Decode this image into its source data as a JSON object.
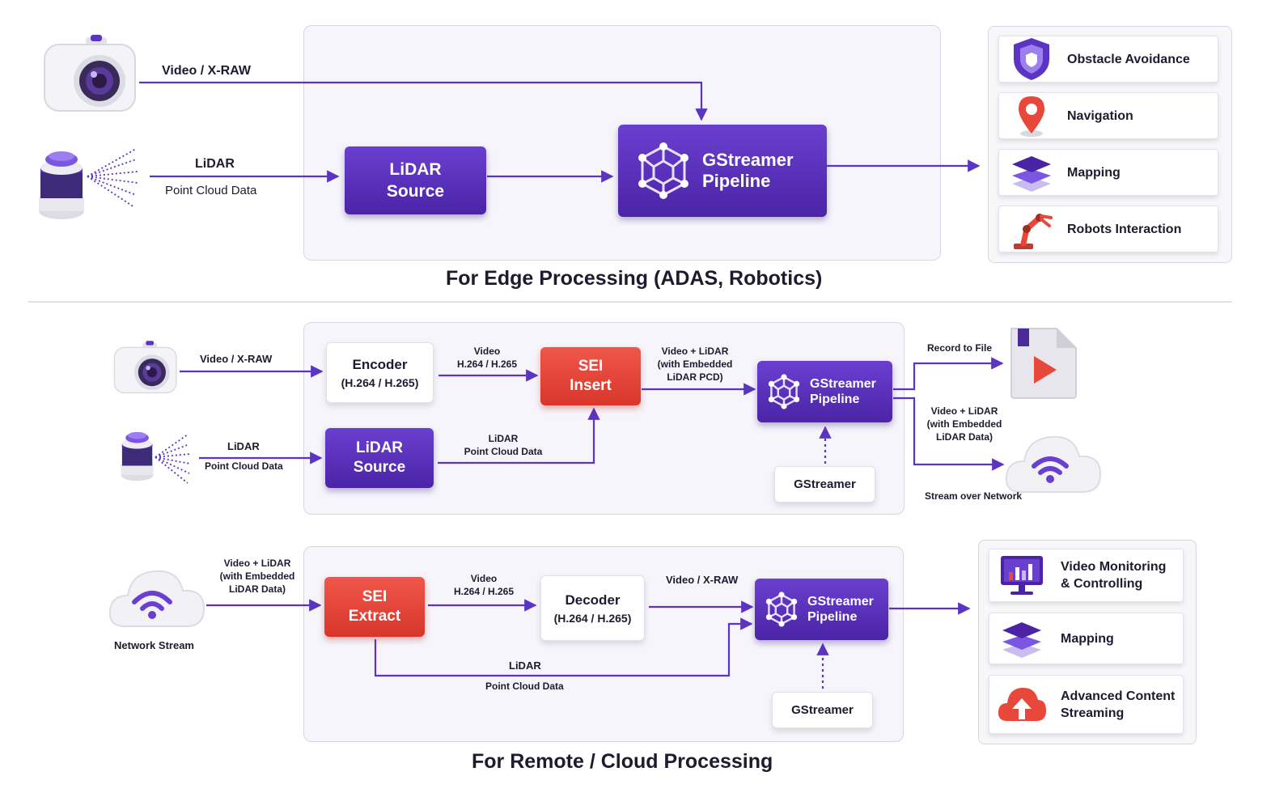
{
  "edge": {
    "title": "For Edge Processing (ADAS, Robotics)",
    "video_label": "Video / X-RAW",
    "lidar_label": "LiDAR",
    "pcd_label": "Point Cloud Data",
    "lidar_source": [
      "LiDAR",
      "Source"
    ],
    "pipeline": [
      "GStreamer",
      "Pipeline"
    ],
    "outputs": [
      {
        "label": "Obstacle Avoidance",
        "icon": "shield-icon"
      },
      {
        "label": "Navigation",
        "icon": "map-pin-icon"
      },
      {
        "label": "Mapping",
        "icon": "layers-icon"
      },
      {
        "label": "Robots Interaction",
        "icon": "robot-arm-icon"
      }
    ]
  },
  "remote": {
    "title": "For Remote / Cloud Processing",
    "send": {
      "video_label": "Video / X-RAW",
      "lidar_label": "LiDAR",
      "pcd_label": "Point Cloud Data",
      "encoder": [
        "Encoder",
        "(H.264 / H.265)"
      ],
      "enc_video_label": [
        "Video",
        "H.264 / H.265"
      ],
      "sei_insert": [
        "SEI",
        "Insert"
      ],
      "lidar_source": [
        "LiDAR",
        "Source"
      ],
      "src_lidar_label": [
        "LiDAR",
        "Point Cloud Data"
      ],
      "embedded_label": [
        "Video + LiDAR",
        "(with Embedded",
        "LiDAR PCD)"
      ],
      "pipeline": [
        "GStreamer",
        "Pipeline"
      ],
      "gstreamer": "GStreamer",
      "record_label": "Record to File",
      "net_embedded_label": [
        "Video + LiDAR",
        "(with Embedded",
        "LiDAR Data)"
      ],
      "stream_label": "Stream over Network"
    },
    "receive": {
      "in_label": [
        "Video + LiDAR",
        "(with Embedded",
        "LiDAR Data)"
      ],
      "network_stream": "Network Stream",
      "sei_extract": [
        "SEI",
        "Extract"
      ],
      "video_label": [
        "Video",
        "H.264 / H.265"
      ],
      "decoder": [
        "Decoder",
        "(H.264 / H.265)"
      ],
      "raw_label": "Video / X-RAW",
      "lidar_label": "LiDAR",
      "pcd_label": "Point Cloud Data",
      "pipeline": [
        "GStreamer",
        "Pipeline"
      ],
      "gstreamer": "GStreamer",
      "outputs": [
        {
          "label": [
            "Video Monitoring",
            "& Controlling"
          ],
          "icon": "monitor-chart-icon"
        },
        {
          "label": [
            "Mapping"
          ],
          "icon": "layers-icon"
        },
        {
          "label": [
            "Advanced Content",
            "Streaming"
          ],
          "icon": "cloud-upload-icon"
        }
      ]
    }
  },
  "colors": {
    "accent": "#5530b8",
    "arrow": "#5b34c4",
    "sei": "#e5473a",
    "panel": "#f6f5fb"
  }
}
